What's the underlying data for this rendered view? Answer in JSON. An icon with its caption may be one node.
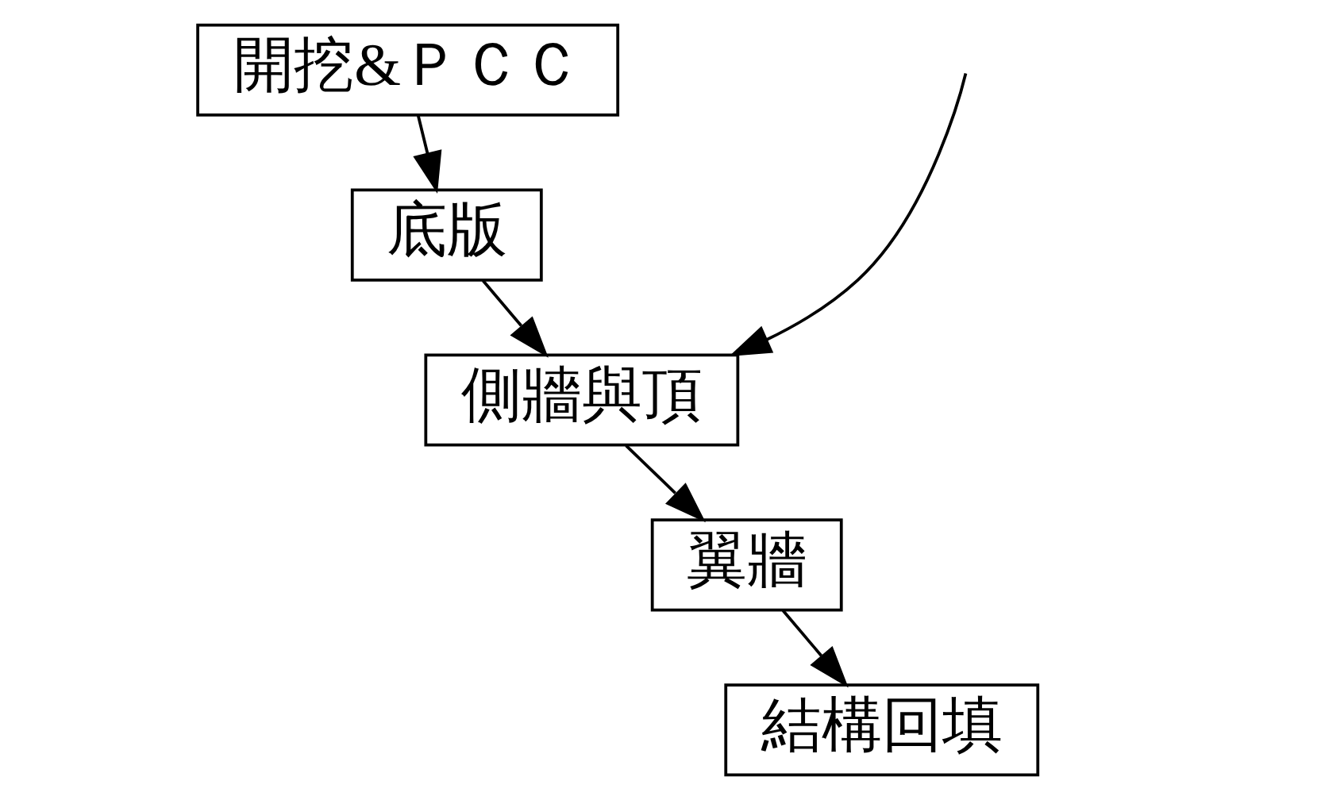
{
  "diagram": {
    "nodes": [
      {
        "text": [
          "開挖&ＰＣＣ"
        ]
      },
      {
        "text": [
          "底版"
        ]
      },
      {
        "text": [
          "側牆與頂"
        ]
      },
      {
        "text": [
          "翼牆"
        ]
      },
      {
        "text": [
          "結構回填"
        ]
      }
    ],
    "edges": [
      {
        "from": 0,
        "to": 1,
        "arrow": "to"
      },
      {
        "from": 1,
        "to": 2,
        "arrow": "to"
      },
      {
        "from": 2,
        "to": 3,
        "arrow": "to"
      },
      {
        "from": 3,
        "to": 4,
        "arrow": "to"
      },
      {
        "from": null,
        "to": 2,
        "arrow": "to"
      }
    ]
  }
}
